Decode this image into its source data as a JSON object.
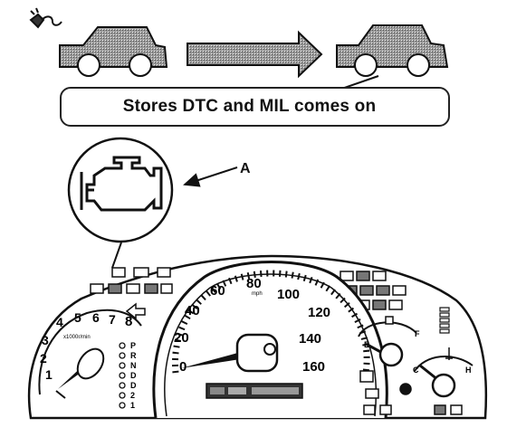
{
  "caption": {
    "text": "Stores DTC and MIL comes on"
  },
  "callout": {
    "label": "A"
  },
  "tachometer": {
    "scale": [
      "1",
      "2",
      "3",
      "4",
      "5",
      "6",
      "7",
      "8"
    ],
    "unit": "x1000r/min"
  },
  "speedometer": {
    "scale": [
      "0",
      "20",
      "40",
      "60",
      "80",
      "100",
      "120",
      "140",
      "160"
    ],
    "unit": "mph"
  },
  "fuel_gauge": {
    "empty": "E",
    "full": "F"
  },
  "temp_gauge": {
    "cold": "C",
    "hot": "H"
  },
  "gear_indicator": [
    "P",
    "R",
    "N",
    "D",
    "D",
    "2",
    "1"
  ],
  "colors": {
    "ink": "#111111",
    "screen": "#8a8a8a",
    "paper": "#ffffff"
  },
  "icons": [
    "engine-check-icon",
    "key-icon",
    "car-icon",
    "arrow-icon",
    "turn-signal-icon"
  ]
}
